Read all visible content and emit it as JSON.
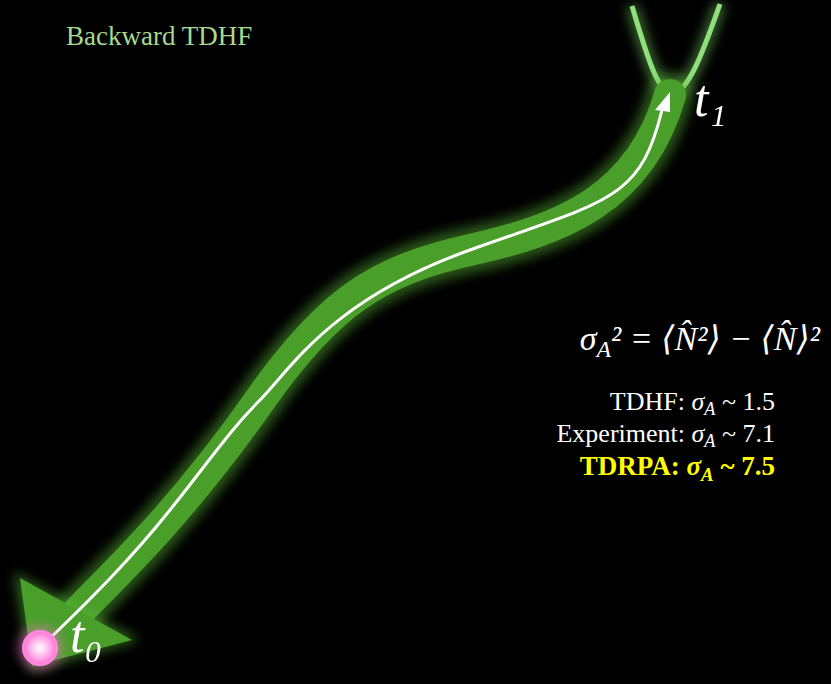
{
  "diagram": {
    "labels": [
      "Backward TDHF",
      "t₁",
      "t₀",
      "σA² = ⟨N̂²⟩ − ⟨N̂⟩²",
      "TDHF: σA ~ 1.5",
      "Experiment: σA ~ 7.1",
      "TDRPA: σA ~ 7.5"
    ]
  }
}
